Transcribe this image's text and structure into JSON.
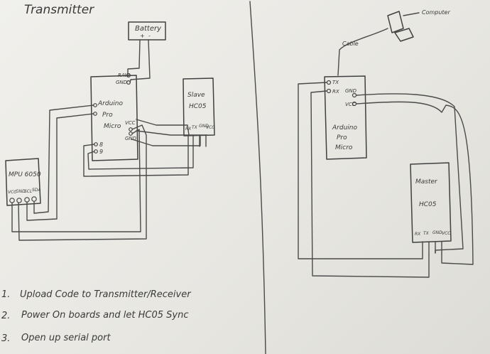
{
  "transmitter": {
    "title": "Transmitter",
    "battery": "Battery",
    "battery_plus": "+",
    "battery_minus": "-",
    "arduino_pins_top": [
      "RAW",
      "GND"
    ],
    "arduino_name": [
      "Arduino",
      "Pro",
      "Micro"
    ],
    "arduino_vcc": "VCC",
    "arduino_gnd": "GND",
    "arduino_pin_8": "8",
    "arduino_pin_9": "9",
    "slave_name": [
      "Slave",
      "HC05"
    ],
    "slave_pins": [
      "RX",
      "TX",
      "GND",
      "VCC"
    ],
    "mpu_name": "MPU 6050",
    "mpu_pins": [
      "VCC",
      "GND",
      "SCL",
      "SDA"
    ]
  },
  "receiver": {
    "cable": "Cable",
    "computer": "Computer",
    "arduino_pins": [
      "TX",
      "RX",
      "GND",
      "VCC"
    ],
    "arduino_name": [
      "Arduino",
      "Pro",
      "Micro"
    ],
    "master_name": [
      "Master",
      "HC05"
    ],
    "master_pins": [
      "RX",
      "TX",
      "GND",
      "VCC"
    ]
  },
  "steps": [
    "Upload Code to Transmitter/Receiver",
    "Power On boards and let HC05 Sync",
    "Open up serial port"
  ],
  "step_numbers": [
    "1.",
    "2.",
    "3."
  ]
}
